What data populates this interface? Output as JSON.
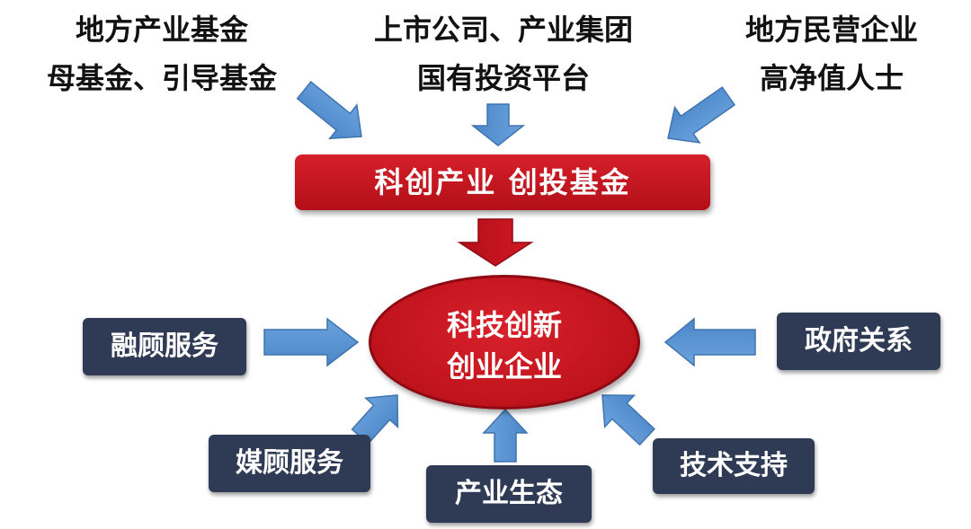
{
  "funding_sources": {
    "left": [
      "地方产业基金",
      "母基金、引导基金"
    ],
    "center": [
      "上市公司、产业集团",
      "国有投资平台"
    ],
    "right": [
      "地方民营企业",
      "高净值人士"
    ]
  },
  "fund": {
    "label": "科创产业 创投基金"
  },
  "core": {
    "line1": "科技创新",
    "line2": "创业企业"
  },
  "services": {
    "financing": "融顾服务",
    "government": "政府关系",
    "media": "媒顾服务",
    "tech": "技术支持",
    "ecosystem": "产业生态"
  },
  "colors": {
    "fund_red": "#c8141d",
    "core_red": "#c8141d",
    "dark_red_arrow": "#c0101a",
    "blue_arrow": "#5a95d3",
    "navy_box": "#2f3b55"
  }
}
